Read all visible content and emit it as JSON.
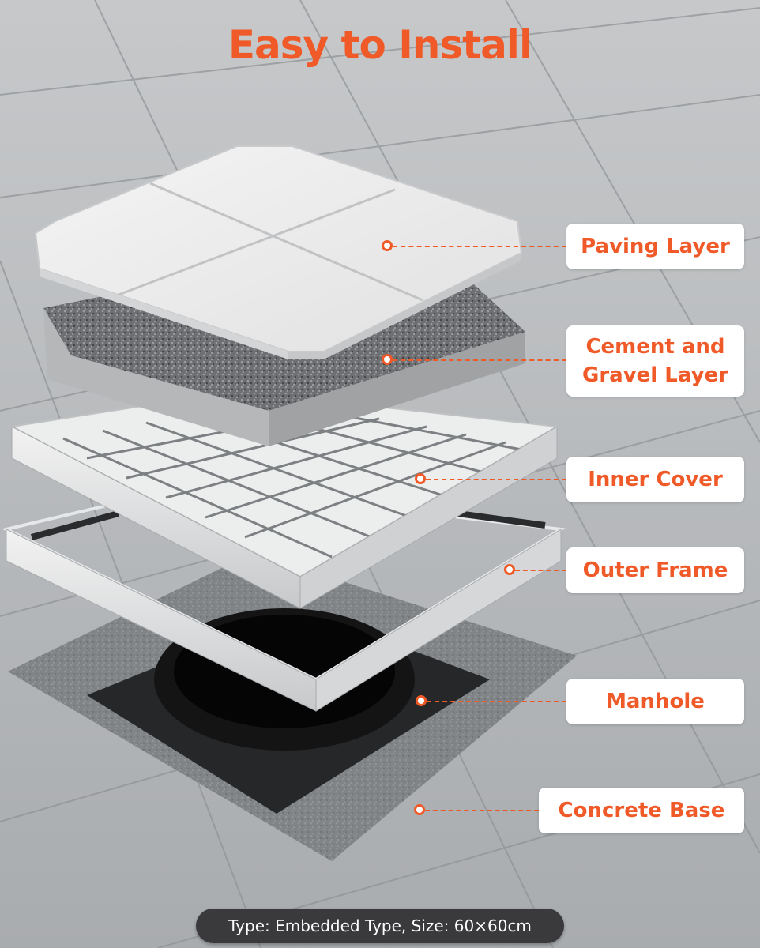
{
  "title": "Easy to Install",
  "colors": {
    "accent": "#f05a28",
    "caption_bg": "#3a3a3c",
    "label_bg": "#ffffff"
  },
  "layers": [
    {
      "label": "Paving Layer"
    },
    {
      "label": "Cement and\nGravel Layer"
    },
    {
      "label": "Inner Cover"
    },
    {
      "label": "Outer Frame"
    },
    {
      "label": "Manhole"
    },
    {
      "label": "Concrete Base"
    }
  ],
  "caption": "Type: Embedded Type, Size: 60×60cm"
}
